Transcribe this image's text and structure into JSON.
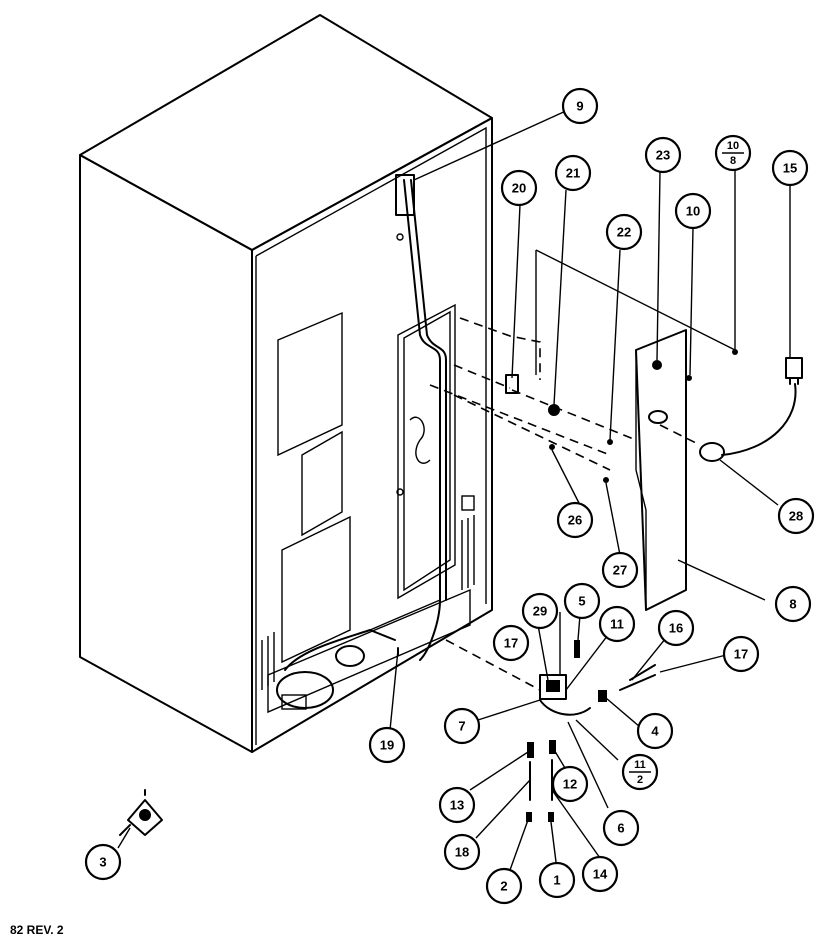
{
  "diagram": {
    "footer_code": "82 REV. 2",
    "callouts": {
      "c9": "9",
      "c20": "20",
      "c21": "21",
      "c22": "22",
      "c23": "23",
      "c10": "10",
      "c15": "15",
      "c26": "26",
      "c27": "27",
      "c28": "28",
      "c8": "8",
      "c29": "29",
      "c5": "5",
      "c11": "11",
      "c16": "16",
      "c17a": "17",
      "c17b": "17",
      "c7": "7",
      "c4": "4",
      "c19": "19",
      "c13": "13",
      "c12": "12",
      "c6": "6",
      "c18": "18",
      "c2": "2",
      "c1": "1",
      "c14": "14",
      "c3": "3"
    },
    "fractions": {
      "f10_8": {
        "top": "10",
        "bottom": "8"
      },
      "f11_2": {
        "top": "11",
        "bottom": "2"
      }
    }
  }
}
